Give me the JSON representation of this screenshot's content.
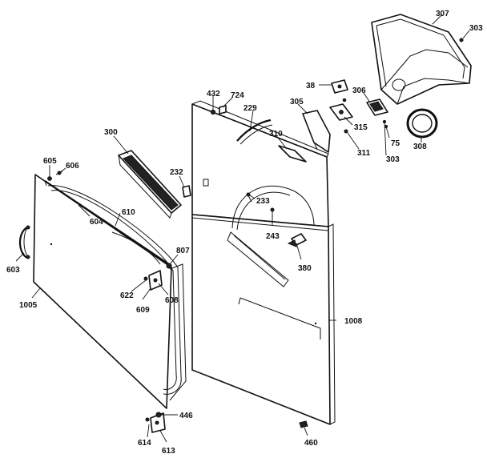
{
  "diagram": {
    "callouts": {
      "c307": "307",
      "c303a": "303",
      "c38": "38",
      "c306": "306",
      "c305": "305",
      "c315": "315",
      "c75": "75",
      "c308": "308",
      "c311": "311",
      "c303b": "303",
      "c310": "310",
      "c432": "432",
      "c724": "724",
      "c229": "229",
      "c300": "300",
      "c232": "232",
      "c233": "233",
      "c243": "243",
      "c380": "380",
      "c605": "605",
      "c606": "606",
      "c604": "604",
      "c610": "610",
      "c603": "603",
      "c807": "807",
      "c622": "622",
      "c608": "608",
      "c609": "609",
      "c1005": "1005",
      "c1008": "1008",
      "c446": "446",
      "c614": "614",
      "c613": "613",
      "c460": "460"
    }
  }
}
